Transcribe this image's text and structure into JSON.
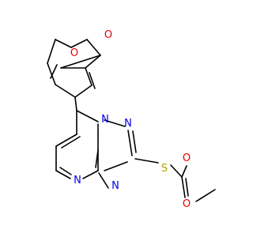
{
  "molecule": {
    "atoms": [
      {
        "symbol": "O",
        "color": "#e60000"
      },
      {
        "symbol": "O",
        "color": "#e60000"
      },
      {
        "symbol": "N",
        "color": "#0000e6"
      },
      {
        "symbol": "N",
        "color": "#0000e6"
      },
      {
        "symbol": "N",
        "color": "#0000e6"
      },
      {
        "symbol": "N",
        "color": "#0000e6"
      },
      {
        "symbol": "S",
        "color": "#b3a300"
      },
      {
        "symbol": "O",
        "color": "#e60000"
      },
      {
        "symbol": "O",
        "color": "#e60000"
      }
    ],
    "bond_color": "#000000",
    "background": "#ffffff"
  }
}
